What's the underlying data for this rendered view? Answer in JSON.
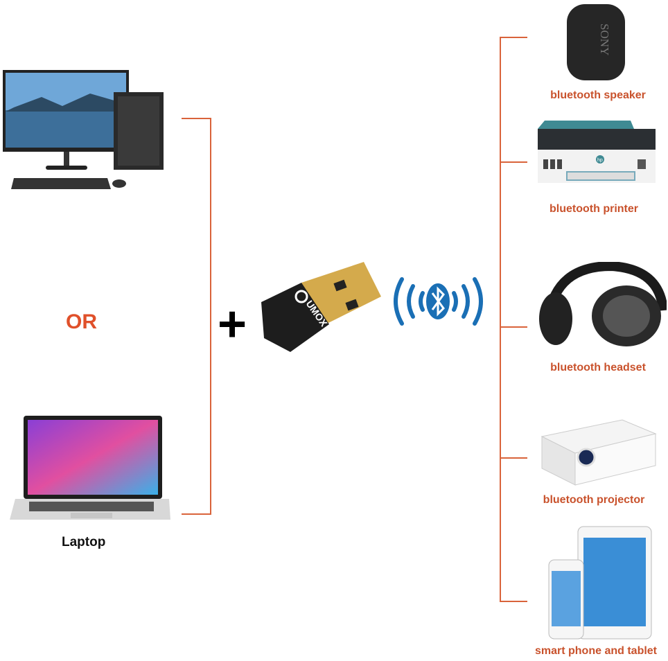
{
  "left": {
    "or_label": "OR",
    "laptop_label": "Laptop"
  },
  "center": {
    "plus": "+",
    "dongle_brand": "UMOX",
    "bluetooth_symbol": "bluetooth-icon"
  },
  "devices": [
    {
      "label": "bluetooth speaker",
      "brand": "SONY"
    },
    {
      "label": "bluetooth printer",
      "brand": "hp"
    },
    {
      "label": "bluetooth headset"
    },
    {
      "label": "bluetooth projector"
    },
    {
      "label": "smart phone and tablet"
    }
  ],
  "colors": {
    "line": "#d9633a",
    "label": "#c9522c",
    "bluetooth": "#1a6fb5"
  }
}
